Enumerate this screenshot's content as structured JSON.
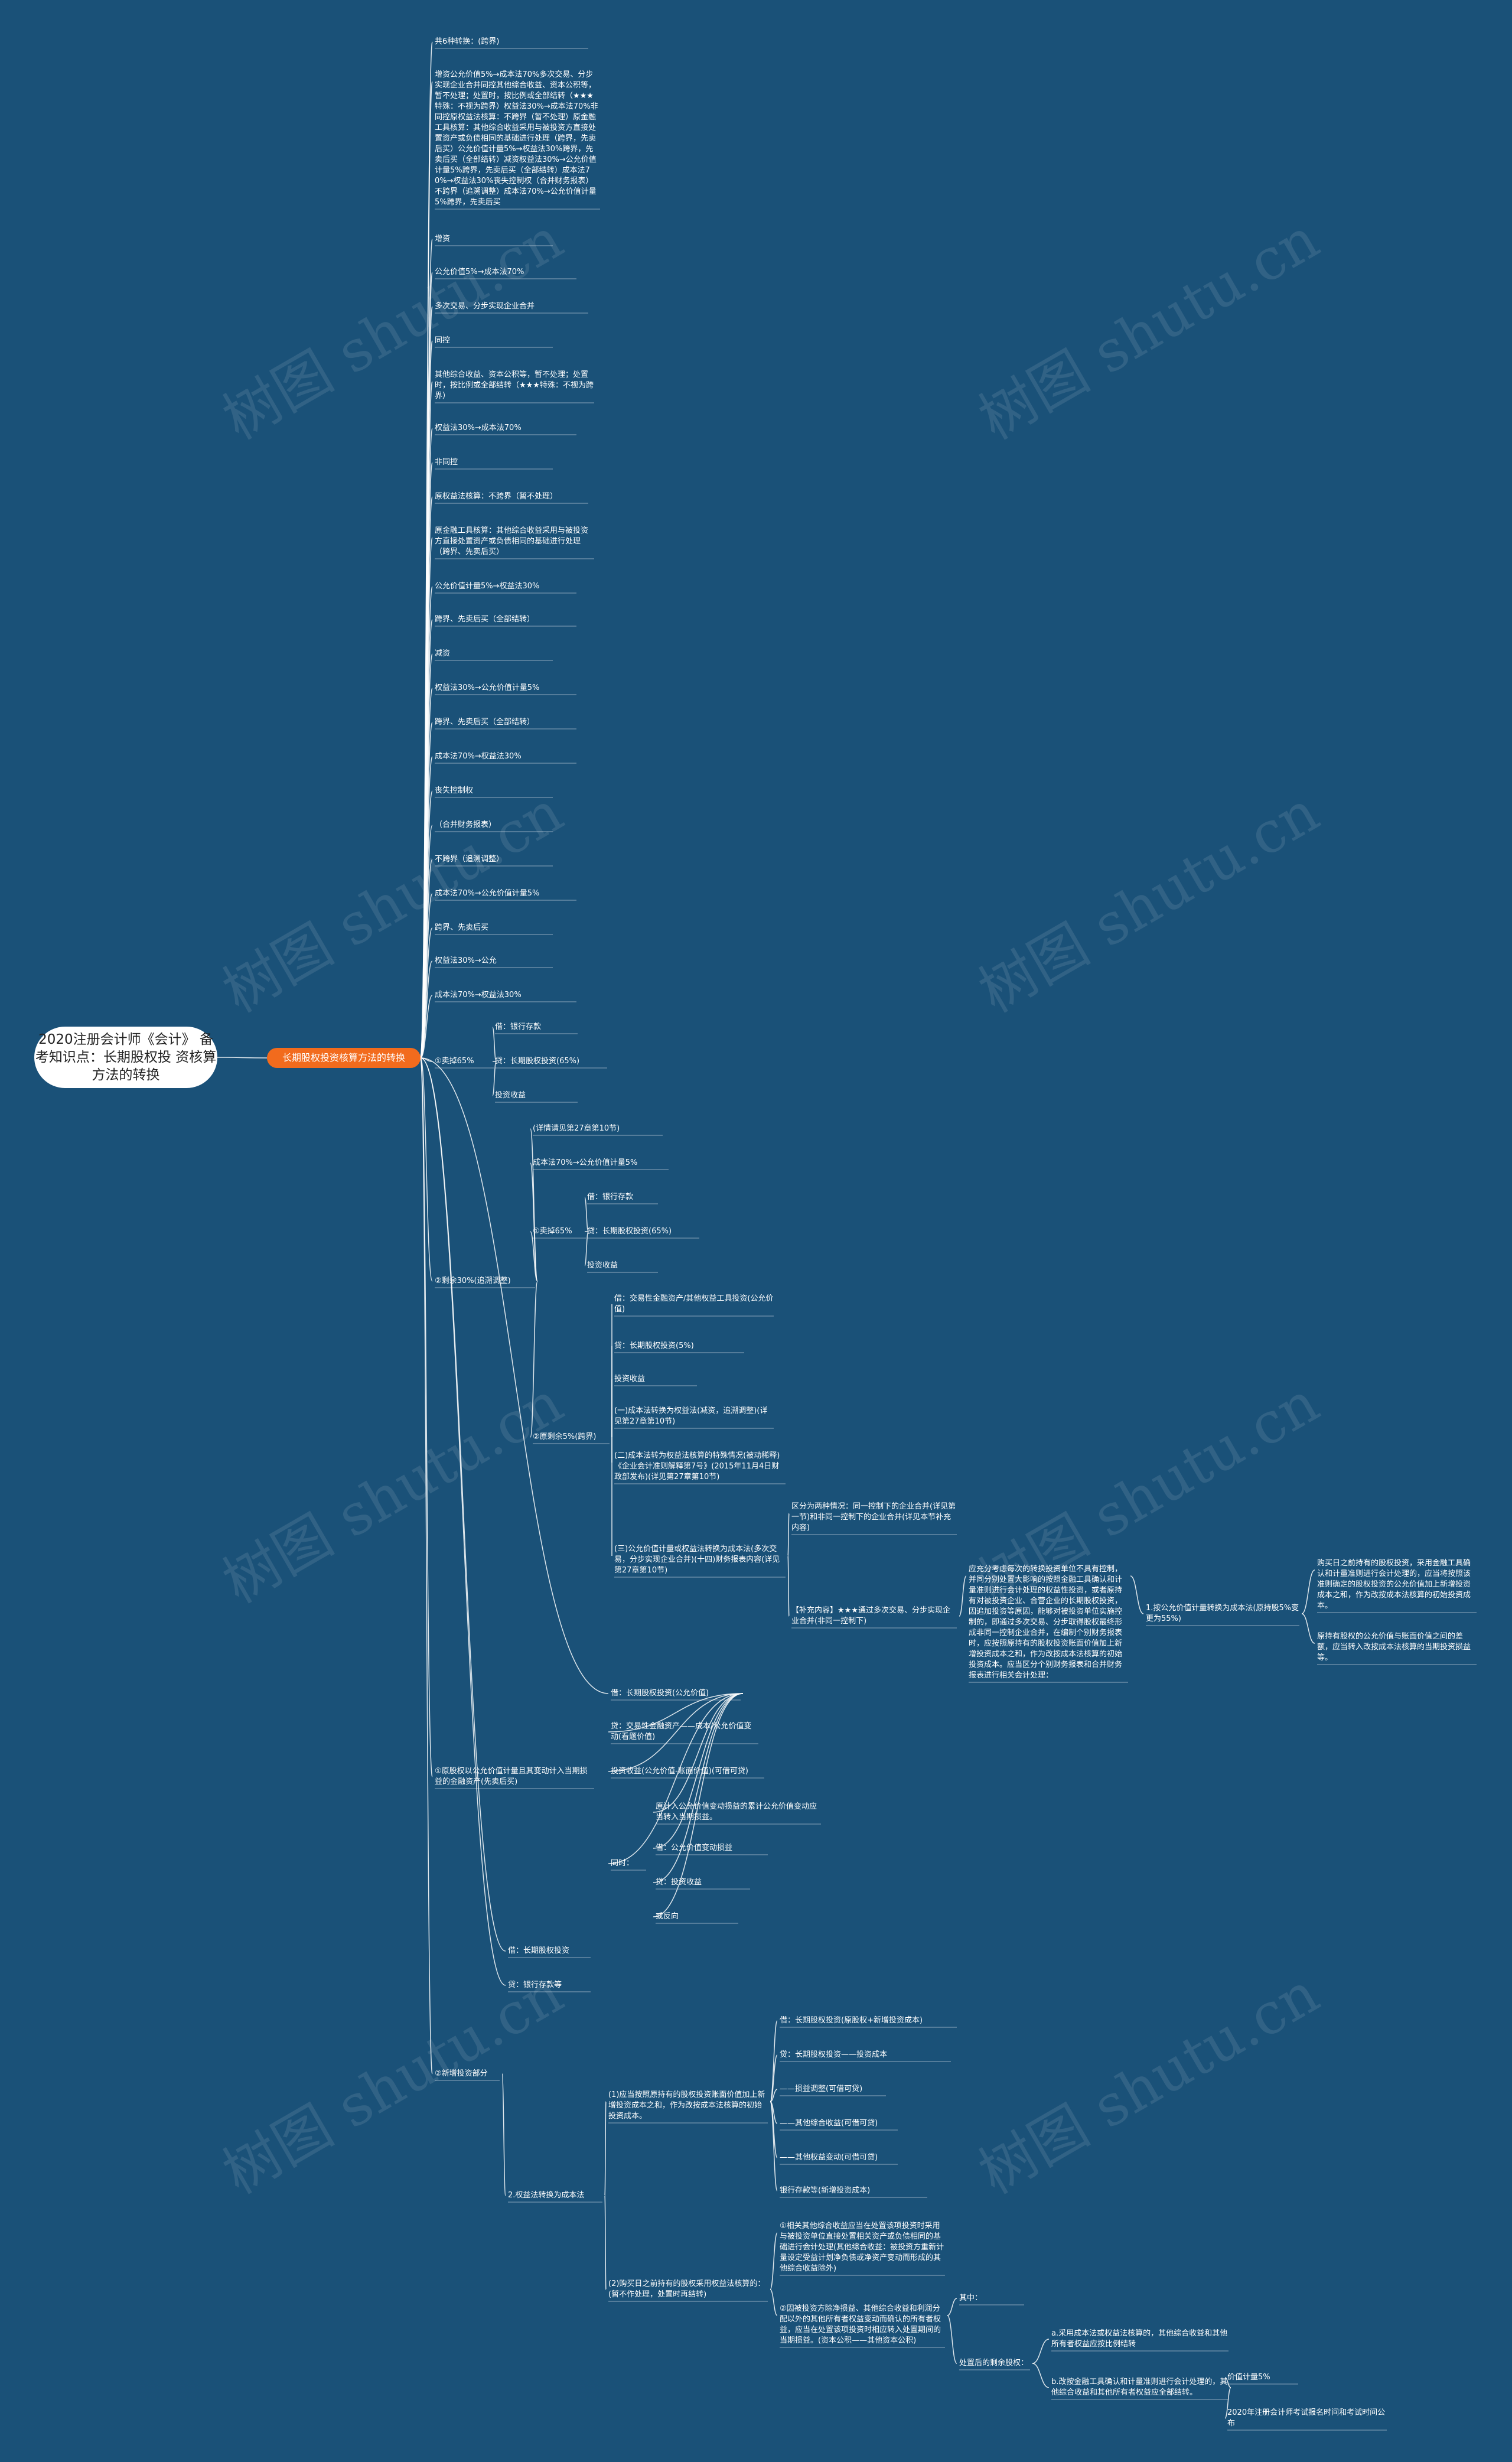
{
  "root": "2020注册会计师《会计》\n备考知识点：长期股权投\n资核算方法的转换",
  "branch": "长期股权投资核算方法的转换",
  "watermark": "树图 shutu.cn",
  "nodes": [
    "共6种转换：(跨界)",
    "增资公允价值5%→成本法70%多次交易、分步实现企业合并同控其他综合收益、资本公积等，暂不处理；处置时，按比例或全部结转（★★★特殊：不视为跨界）权益法30%→成本法70%非同控原权益法核算：不跨界（暂不处理）原金融工具核算：其他综合收益采用与被投资方直接处置资产或负债相同的基础进行处理（跨界，先卖后买）公允价值计量5%→权益法30%跨界，先卖后买（全部结转）减资权益法30%→公允价值计量5%跨界，先卖后买（全部结转）成本法70%→权益法30%丧失控制权（合并财务报表）不跨界（追溯调整）成本法70%→公允价值计量5%跨界，先卖后买",
    "增资",
    "公允价值5%→成本法70%",
    "多次交易、分步实现企业合并",
    "同控",
    "其他综合收益、资本公积等，暂不处理；处置时，按比例或全部结转（★★★特殊：不视为跨界）",
    "权益法30%→成本法70%",
    "非同控",
    "原权益法核算：不跨界（暂不处理）",
    "原金融工具核算：其他综合收益采用与被投资方直接处置资产或负债相同的基础进行处理（跨界、先卖后买）",
    "公允价值计量5%→权益法30%",
    "跨界、先卖后买（全部结转）",
    "减资",
    "权益法30%→公允价值计量5%",
    "跨界、先卖后买（全部结转）",
    "成本法70%→权益法30%",
    "丧失控制权",
    "（合并财务报表）",
    "不跨界（追溯调整）",
    "成本法70%→公允价值计量5%",
    "跨界、先卖后买",
    "权益法30%→公允",
    "成本法70%→权益法30%",
    "①卖掉65%",
    "借：银行存款",
    "贷：长期股权投资(65%)",
    "投资收益",
    "②剩余30%(追溯调整)",
    "(详情请见第27章第10节)",
    "成本法70%→公允价值计量5%",
    "①卖掉65%",
    "借：银行存款",
    "贷：长期股权投资(65%)",
    "投资收益",
    "②原剩余5%(跨界)",
    "借：交易性金融资产/其他权益工具投资(公允价值)",
    "贷：长期股权投资(5%)",
    "投资收益",
    "(一)成本法转换为权益法(减资，追溯调整)(详见第27章第10节)",
    "(二)成本法转为权益法核算的特殊情况(被动稀释)《企业会计准则解释第7号》(2015年11月4日财政部发布)(详见第27章第10节)",
    "(三)公允价值计量或权益法转换为成本法(多次交易，分步实现企业合并)(十四)财务报表内容(详见第27章第10节)",
    "区分为两种情况：同一控制下的企业合并(详见第一节)和非同一控制下的企业合并(详见本节补充内容)",
    "【补充内容】★★★通过多次交易、分步实现企业合并(非同一控制下)",
    "应充分考虑每次的转换投资单位不具有控制，并同分别处置大影响的按照金融工具确认和计量准则进行会计处理的权益性投资，或者原持有对被投资企业、合营企业的长期股权投资，因追加投资等原因，能够对被投资单位实施控制的，即通过多次交易、分步取得股权最终形成非同一控制企业合并，在编制个别财务报表时，应按照原持有的股权投资账面价值加上新增投资成本之和，作为改按成本法核算的初始投资成本。应当区分个别财务报表和合并财务报表进行相关会计处理：",
    "1.按公允价值计量转换为成本法(原持股5%变更为55%)",
    "购买日之前持有的股权投资，采用金融工具确认和计量准则进行会计处理的，应当将按照该准则确定的股权投资的公允价值加上新增投资成本之和，作为改按成本法核算的初始投资成本。",
    "原持有股权的公允价值与账面价值之间的差额，应当转入改按成本法核算的当期投资损益等。",
    "借：长期股权投资(公允价值)",
    "贷：交易性金融资产——成本/公允价值变动(看题价值)",
    "投资收益(公允价值-账面价值)(可借可贷)",
    "原计入公允价值变动损益的累计公允价值变动应当转入当期损益。",
    "借：公允价值变动损益",
    "贷：投资收益",
    "或反向",
    "同时：",
    "①原股权以公允价值计量且其变动计入当期损益的金融资产(先卖后买)",
    "借：长期股权投资",
    "贷：银行存款等",
    "②新增投资部分",
    "2.权益法转换为成本法",
    "(1)应当按照原持有的股权投资账面价值加上新增投资成本之和，作为改按成本法核算的初始投资成本。",
    "借：长期股权投资(原股权+新增投资成本)",
    "贷：长期股权投资——投资成本",
    "——损益调整(可借可贷)",
    "——其他综合收益(可借可贷)",
    "——其他权益变动(可借可贷)",
    "银行存款等(新增投资成本)",
    "(2)购买日之前持有的股权采用权益法核算的：(暂不作处理，处置时再结转)",
    "①相关其他综合收益应当在处置该项投资时采用与被投资单位直接处置相关资产或负债相同的基础进行会计处理(其他综合收益：被投资方重新计量设定受益计划净负债或净资产变动而形成的其他综合收益除外)",
    "②因被投资方除净损益、其他综合收益和利润分配以外的其他所有者权益变动而确认的所有者权益，应当在处置该项投资时相应转入处置期间的当期损益。(资本公积——其他资本公积)",
    "其中：",
    "处置后的剩余股权：",
    "a.采用成本法或权益法核算的，其他综合收益和其他所有者权益应按比例结转",
    "b.改按金融工具确认和计量准则进行会计处理的，其他综合收益和其他所有者权益应全部结转。",
    "价值计量5%",
    "2020年注册会计师考试报名时间和考试时间公布"
  ]
}
